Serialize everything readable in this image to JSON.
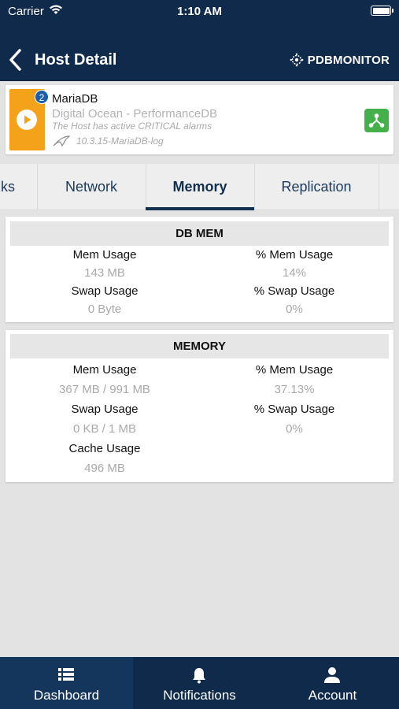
{
  "status_bar": {
    "carrier": "Carrier",
    "time": "1:10 AM"
  },
  "nav": {
    "title": "Host Detail",
    "brand": "PDBMONITOR"
  },
  "host": {
    "badge_count": "2",
    "name": "MariaDB",
    "subtitle": "Digital Ocean - PerformanceDB",
    "alarm_text": "The Host has active CRITICAL alarms",
    "version": "10.3.15-MariaDB-log",
    "tile_color": "#f4a21a",
    "topology_color": "#43b049"
  },
  "tabs": [
    {
      "label": "ks"
    },
    {
      "label": "Network"
    },
    {
      "label": "Memory",
      "active": true
    },
    {
      "label": "Replication"
    }
  ],
  "db_mem": {
    "title": "DB MEM",
    "mem_usage_label": "Mem Usage",
    "mem_usage_value": "143 MB",
    "pct_mem_label": "% Mem Usage",
    "pct_mem_value": "14%",
    "swap_usage_label": "Swap Usage",
    "swap_usage_value": "0 Byte",
    "pct_swap_label": "% Swap Usage",
    "pct_swap_value": "0%"
  },
  "memory": {
    "title": "MEMORY",
    "mem_usage_label": "Mem Usage",
    "mem_usage_value": "367 MB / 991 MB",
    "pct_mem_label": "% Mem Usage",
    "pct_mem_value": "37.13%",
    "swap_usage_label": "Swap Usage",
    "swap_usage_value": "0 KB / 1 MB",
    "pct_swap_label": "% Swap Usage",
    "pct_swap_value": "0%",
    "cache_usage_label": "Cache Usage",
    "cache_usage_value": "496 MB"
  },
  "bottom_tabs": [
    {
      "label": "Dashboard",
      "icon": "list-icon",
      "active": true
    },
    {
      "label": "Notifications",
      "icon": "bell-icon"
    },
    {
      "label": "Account",
      "icon": "person-icon"
    }
  ],
  "colors": {
    "header_bg": "#0f2a4a",
    "accent": "#132f4f",
    "muted_text": "#a9a9a9"
  }
}
